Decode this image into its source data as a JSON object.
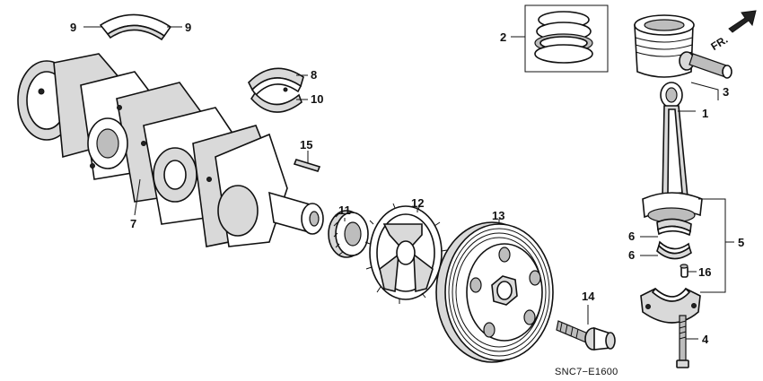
{
  "diagram": {
    "code": "SNC7−E1600",
    "front_marker": "FR.",
    "callouts": {
      "c1": "1",
      "c2": "2",
      "c3": "3",
      "c4": "4",
      "c5": "5",
      "c6a": "6",
      "c6b": "6",
      "c7": "7",
      "c8": "8",
      "c9a": "9",
      "c9b": "9",
      "c10": "10",
      "c11": "11",
      "c12": "12",
      "c13": "13",
      "c14": "14",
      "c15": "15",
      "c16": "16"
    }
  }
}
